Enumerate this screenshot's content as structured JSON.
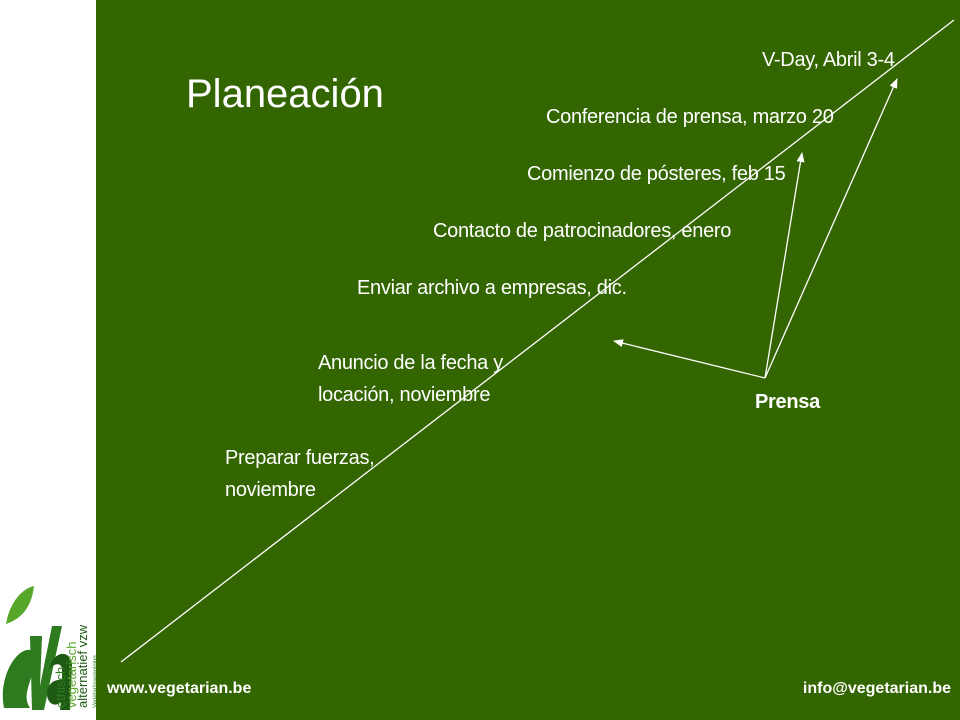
{
  "slide": {
    "title": "Planeación",
    "milestones": [
      "V-Day, Abril 3-4",
      "Conferencia de prensa, marzo 20",
      "Comienzo de pósteres, feb 15",
      "Contacto de patrocinadores, enero",
      "Enviar archivo a empresas, dic.",
      "Anuncio de la fecha y",
      "locación, noviembre",
      "Preparar fuerzas,",
      "noviembre"
    ],
    "press_label": "Prensa"
  },
  "footer": {
    "website": "www.vegetarian.be",
    "email": "info@vegetarian.be"
  },
  "logo": {
    "line1": "ethisch",
    "line2": "vegetarisch",
    "line3": "alternatief vzw",
    "line4": "Vegetarisvereniging"
  },
  "colors": {
    "background": "#336600",
    "sidebar": "#ffffff",
    "text": "#ffffff",
    "logo_green": "#2d7a1f"
  }
}
